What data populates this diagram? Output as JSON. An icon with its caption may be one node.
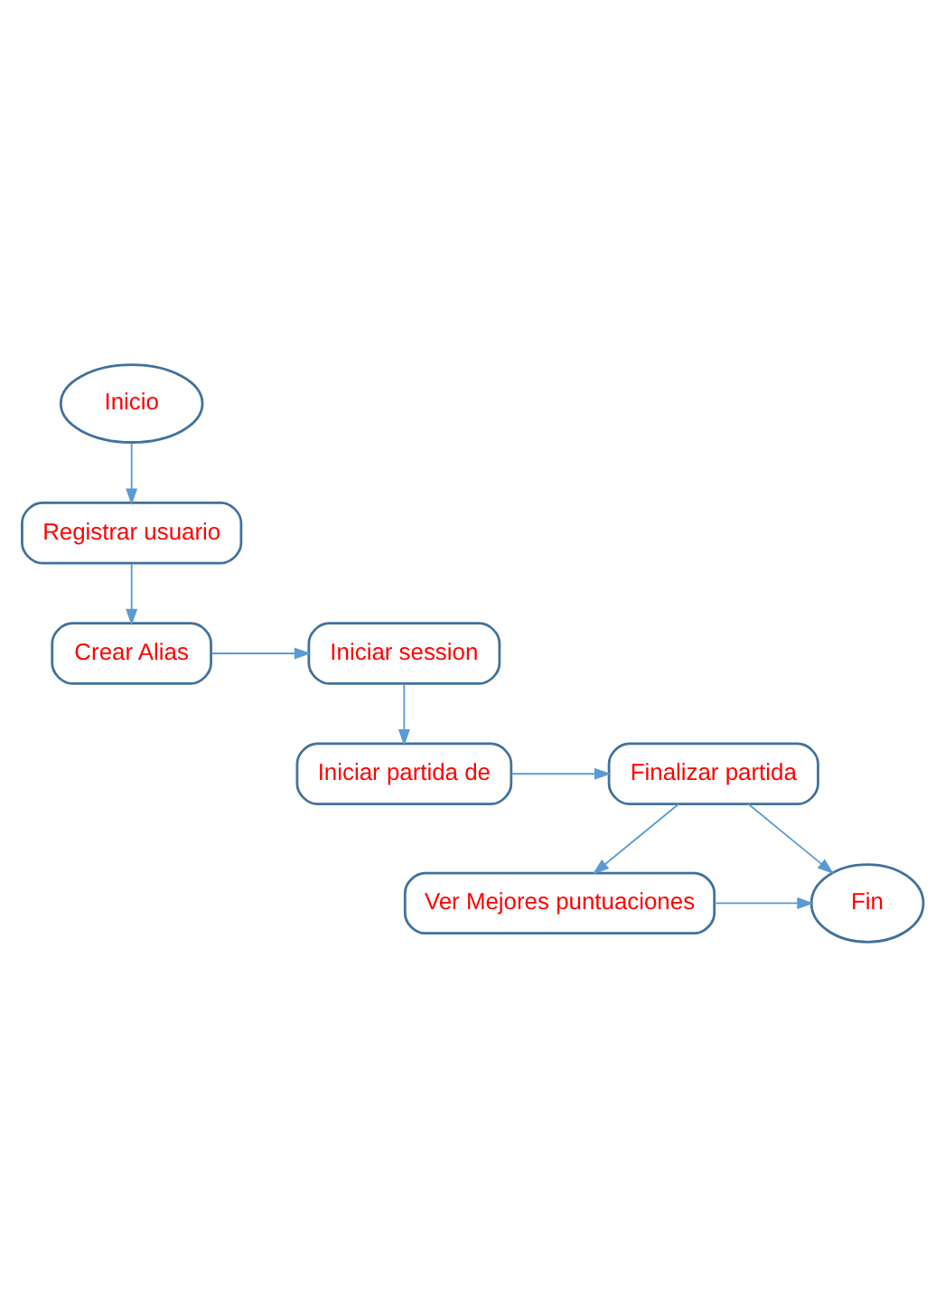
{
  "diagram": {
    "nodes": [
      {
        "text": [
          "Inicio"
        ]
      },
      {
        "text": [
          "Registrar usuario"
        ]
      },
      {
        "text": [
          "Crear Alias"
        ]
      },
      {
        "text": [
          "Iniciar session"
        ]
      },
      {
        "text": [
          "Iniciar partida de"
        ]
      },
      {
        "text": [
          "Finalizar partida"
        ]
      },
      {
        "text": [
          "Ver Mejores puntuaciones"
        ]
      },
      {
        "text": [
          "Fin"
        ]
      }
    ],
    "edges": [
      {
        "from": 0,
        "to": 1,
        "arrow": "to"
      },
      {
        "from": 1,
        "to": 2,
        "arrow": "to"
      },
      {
        "from": 2,
        "to": 3,
        "arrow": "to"
      },
      {
        "from": 3,
        "to": 4,
        "arrow": "to"
      },
      {
        "from": 4,
        "to": 5,
        "arrow": "to"
      },
      {
        "from": 5,
        "to": 6,
        "arrow": "to"
      },
      {
        "from": 5,
        "to": 7,
        "arrow": "to"
      },
      {
        "from": 6,
        "to": 7,
        "arrow": "to"
      }
    ]
  }
}
